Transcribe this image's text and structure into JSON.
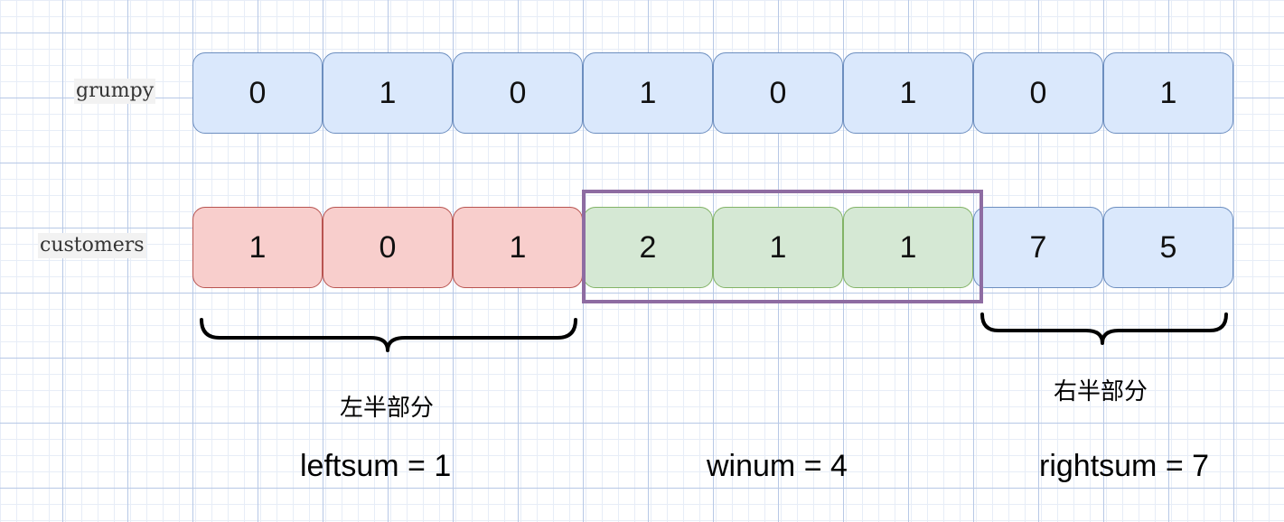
{
  "rows": {
    "grumpy": {
      "label": "grumpy",
      "cells": [
        "0",
        "1",
        "0",
        "1",
        "0",
        "1",
        "0",
        "1"
      ]
    },
    "customers": {
      "label": "customers",
      "cells": [
        "1",
        "0",
        "1",
        "2",
        "1",
        "1",
        "7",
        "5"
      ]
    }
  },
  "colors": {
    "blue_fill": "#dae8fc",
    "blue_stroke": "#6c8ebf",
    "red_fill": "#f8cecc",
    "red_stroke": "#b85450",
    "green_fill": "#d5e8d4",
    "green_stroke": "#82b366",
    "window_stroke": "#8e6ca2"
  },
  "segments": {
    "left_caption": "左半部分",
    "right_caption": "右半部分"
  },
  "sums": {
    "left": "leftsum = 1",
    "window": "winum = 4",
    "right": "rightsum = 7"
  }
}
